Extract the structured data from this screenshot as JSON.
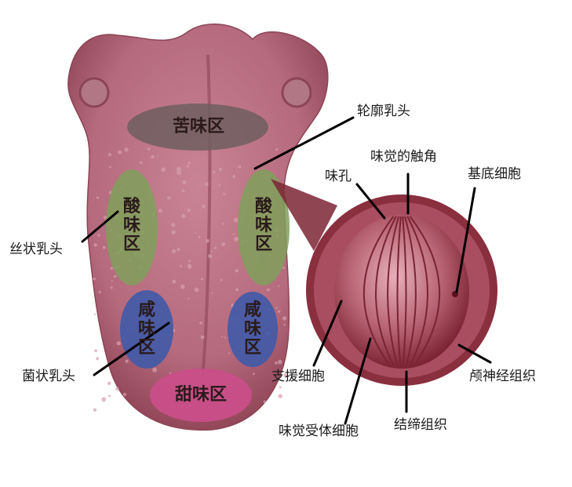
{
  "zones": {
    "bitter": "苦味区",
    "sour_left": [
      "酸",
      "味",
      "区"
    ],
    "sour_right": [
      "酸",
      "味",
      "区"
    ],
    "salty_left": [
      "咸",
      "味",
      "区"
    ],
    "salty_right": [
      "咸",
      "味",
      "区"
    ],
    "sweet": "甜味区"
  },
  "labels": {
    "circumvallate": "轮廓乳头",
    "taste_hair": "味觉的触角",
    "taste_pore": "味孔",
    "basal_cell": "基底细胞",
    "filiform": "丝状乳头",
    "fungiform": "菌状乳头",
    "supporting_cell": "支援细胞",
    "cranial_nerve": "颅神经组织",
    "receptor_cell": "味觉受体细胞",
    "connective": "结缔组织"
  },
  "colors": {
    "tongue": "#b86d80",
    "bitter_zone": "#6e5e60",
    "sour_zone": "#7fa05a",
    "salty_zone": "#3f5aa8",
    "sweet_zone": "#c94e88",
    "bud_outer": "#8a2f3e"
  }
}
